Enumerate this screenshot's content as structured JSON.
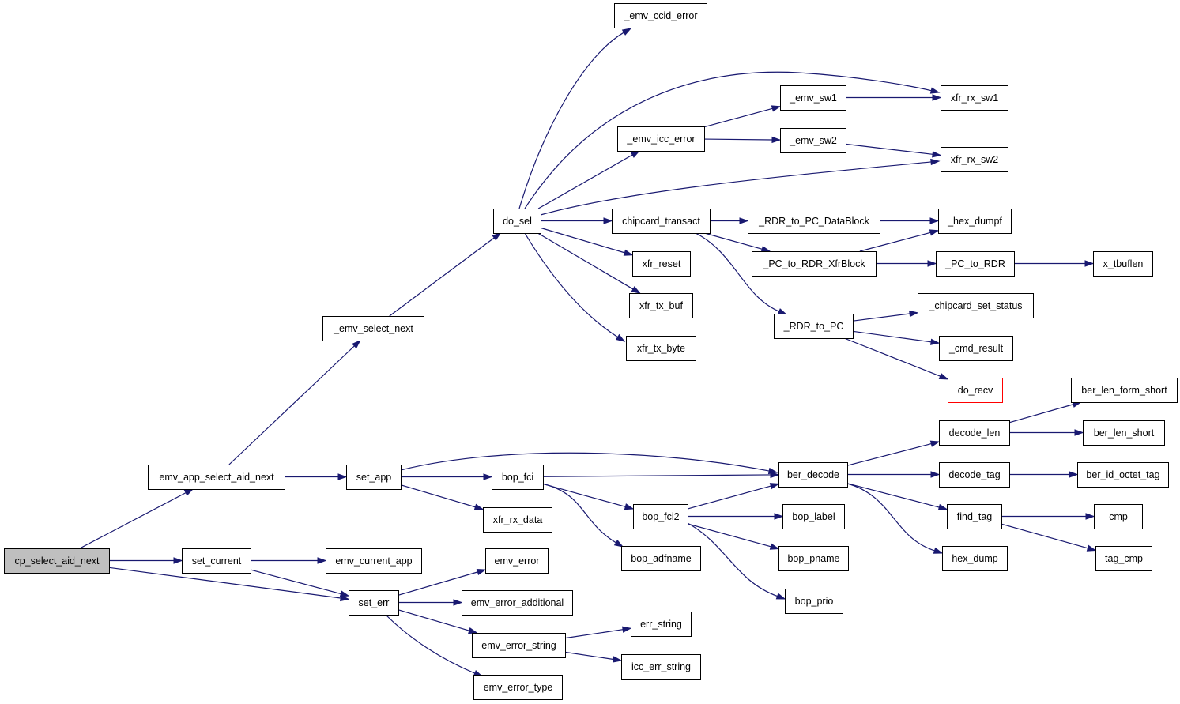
{
  "graph": {
    "colors": {
      "edge": "#191970",
      "node_border": "#000000",
      "root_fill": "#bfbfbf",
      "highlight_border": "#ff0000"
    },
    "nodes": [
      {
        "id": "cp_select_aid_next",
        "label": "cp_select_aid_next",
        "root": true
      },
      {
        "id": "emv_app_select_aid_next",
        "label": "emv_app_select_aid_next"
      },
      {
        "id": "set_current",
        "label": "set_current"
      },
      {
        "id": "set_err",
        "label": "set_err"
      },
      {
        "id": "_emv_select_next",
        "label": "_emv_select_next"
      },
      {
        "id": "set_app",
        "label": "set_app"
      },
      {
        "id": "emv_current_app",
        "label": "emv_current_app"
      },
      {
        "id": "do_sel",
        "label": "do_sel"
      },
      {
        "id": "bop_fci",
        "label": "bop_fci"
      },
      {
        "id": "xfr_rx_data",
        "label": "xfr_rx_data"
      },
      {
        "id": "emv_error",
        "label": "emv_error"
      },
      {
        "id": "emv_error_additional",
        "label": "emv_error_additional"
      },
      {
        "id": "emv_error_string",
        "label": "emv_error_string"
      },
      {
        "id": "emv_error_type",
        "label": "emv_error_type"
      },
      {
        "id": "_emv_ccid_error",
        "label": "_emv_ccid_error"
      },
      {
        "id": "_emv_icc_error",
        "label": "_emv_icc_error"
      },
      {
        "id": "chipcard_transact",
        "label": "chipcard_transact"
      },
      {
        "id": "xfr_reset",
        "label": "xfr_reset"
      },
      {
        "id": "xfr_tx_buf",
        "label": "xfr_tx_buf"
      },
      {
        "id": "xfr_tx_byte",
        "label": "xfr_tx_byte"
      },
      {
        "id": "bop_fci2",
        "label": "bop_fci2"
      },
      {
        "id": "bop_adfname",
        "label": "bop_adfname"
      },
      {
        "id": "err_string",
        "label": "err_string"
      },
      {
        "id": "icc_err_string",
        "label": "icc_err_string"
      },
      {
        "id": "_emv_sw1",
        "label": "_emv_sw1"
      },
      {
        "id": "_emv_sw2",
        "label": "_emv_sw2"
      },
      {
        "id": "_RDR_to_PC_DataBlock",
        "label": "_RDR_to_PC_DataBlock"
      },
      {
        "id": "_PC_to_RDR_XfrBlock",
        "label": "_PC_to_RDR_XfrBlock"
      },
      {
        "id": "_RDR_to_PC",
        "label": "_RDR_to_PC"
      },
      {
        "id": "ber_decode",
        "label": "ber_decode"
      },
      {
        "id": "bop_label",
        "label": "bop_label"
      },
      {
        "id": "bop_pname",
        "label": "bop_pname"
      },
      {
        "id": "bop_prio",
        "label": "bop_prio"
      },
      {
        "id": "xfr_rx_sw1",
        "label": "xfr_rx_sw1"
      },
      {
        "id": "xfr_rx_sw2",
        "label": "xfr_rx_sw2"
      },
      {
        "id": "_hex_dumpf",
        "label": "_hex_dumpf"
      },
      {
        "id": "_PC_to_RDR",
        "label": "_PC_to_RDR"
      },
      {
        "id": "_chipcard_set_status",
        "label": "_chipcard_set_status"
      },
      {
        "id": "_cmd_result",
        "label": "_cmd_result"
      },
      {
        "id": "do_recv",
        "label": "do_recv",
        "highlight": true
      },
      {
        "id": "decode_len",
        "label": "decode_len"
      },
      {
        "id": "decode_tag",
        "label": "decode_tag"
      },
      {
        "id": "find_tag",
        "label": "find_tag"
      },
      {
        "id": "hex_dump",
        "label": "hex_dump"
      },
      {
        "id": "x_tbuflen",
        "label": "x_tbuflen"
      },
      {
        "id": "ber_len_form_short",
        "label": "ber_len_form_short"
      },
      {
        "id": "ber_len_short",
        "label": "ber_len_short"
      },
      {
        "id": "ber_id_octet_tag",
        "label": "ber_id_octet_tag"
      },
      {
        "id": "cmp",
        "label": "cmp"
      },
      {
        "id": "tag_cmp",
        "label": "tag_cmp"
      }
    ],
    "edges": [
      {
        "from": "cp_select_aid_next",
        "to": "emv_app_select_aid_next"
      },
      {
        "from": "cp_select_aid_next",
        "to": "set_current"
      },
      {
        "from": "cp_select_aid_next",
        "to": "set_err"
      },
      {
        "from": "emv_app_select_aid_next",
        "to": "_emv_select_next"
      },
      {
        "from": "emv_app_select_aid_next",
        "to": "set_app"
      },
      {
        "from": "set_current",
        "to": "emv_current_app"
      },
      {
        "from": "set_current",
        "to": "set_err"
      },
      {
        "from": "set_err",
        "to": "emv_error"
      },
      {
        "from": "set_err",
        "to": "emv_error_additional"
      },
      {
        "from": "set_err",
        "to": "emv_error_string"
      },
      {
        "from": "set_err",
        "to": "emv_error_type"
      },
      {
        "from": "_emv_select_next",
        "to": "do_sel"
      },
      {
        "from": "set_app",
        "to": "ber_decode"
      },
      {
        "from": "set_app",
        "to": "bop_fci"
      },
      {
        "from": "set_app",
        "to": "xfr_rx_data"
      },
      {
        "from": "do_sel",
        "to": "_emv_ccid_error"
      },
      {
        "from": "do_sel",
        "to": "xfr_rx_sw1"
      },
      {
        "from": "do_sel",
        "to": "_emv_icc_error"
      },
      {
        "from": "do_sel",
        "to": "xfr_rx_sw2"
      },
      {
        "from": "do_sel",
        "to": "chipcard_transact"
      },
      {
        "from": "do_sel",
        "to": "xfr_reset"
      },
      {
        "from": "do_sel",
        "to": "xfr_tx_buf"
      },
      {
        "from": "do_sel",
        "to": "xfr_tx_byte"
      },
      {
        "from": "bop_fci",
        "to": "ber_decode"
      },
      {
        "from": "bop_fci",
        "to": "bop_fci2"
      },
      {
        "from": "bop_fci",
        "to": "bop_adfname"
      },
      {
        "from": "emv_error_string",
        "to": "err_string"
      },
      {
        "from": "emv_error_string",
        "to": "icc_err_string"
      },
      {
        "from": "_emv_icc_error",
        "to": "_emv_sw1"
      },
      {
        "from": "_emv_icc_error",
        "to": "_emv_sw2"
      },
      {
        "from": "_emv_sw1",
        "to": "xfr_rx_sw1"
      },
      {
        "from": "_emv_sw2",
        "to": "xfr_rx_sw2"
      },
      {
        "from": "chipcard_transact",
        "to": "_RDR_to_PC_DataBlock"
      },
      {
        "from": "chipcard_transact",
        "to": "_PC_to_RDR_XfrBlock"
      },
      {
        "from": "chipcard_transact",
        "to": "_RDR_to_PC"
      },
      {
        "from": "_RDR_to_PC_DataBlock",
        "to": "_hex_dumpf"
      },
      {
        "from": "_PC_to_RDR_XfrBlock",
        "to": "_hex_dumpf"
      },
      {
        "from": "_PC_to_RDR_XfrBlock",
        "to": "_PC_to_RDR"
      },
      {
        "from": "_PC_to_RDR",
        "to": "x_tbuflen"
      },
      {
        "from": "_RDR_to_PC",
        "to": "_chipcard_set_status"
      },
      {
        "from": "_RDR_to_PC",
        "to": "_cmd_result"
      },
      {
        "from": "_RDR_to_PC",
        "to": "do_recv"
      },
      {
        "from": "bop_fci2",
        "to": "ber_decode"
      },
      {
        "from": "bop_fci2",
        "to": "bop_label"
      },
      {
        "from": "bop_fci2",
        "to": "bop_pname"
      },
      {
        "from": "bop_fci2",
        "to": "bop_prio"
      },
      {
        "from": "ber_decode",
        "to": "decode_len"
      },
      {
        "from": "ber_decode",
        "to": "decode_tag"
      },
      {
        "from": "ber_decode",
        "to": "find_tag"
      },
      {
        "from": "ber_decode",
        "to": "hex_dump"
      },
      {
        "from": "decode_len",
        "to": "ber_len_form_short"
      },
      {
        "from": "decode_len",
        "to": "ber_len_short"
      },
      {
        "from": "decode_tag",
        "to": "ber_id_octet_tag"
      },
      {
        "from": "find_tag",
        "to": "cmp"
      },
      {
        "from": "find_tag",
        "to": "tag_cmp"
      }
    ]
  }
}
